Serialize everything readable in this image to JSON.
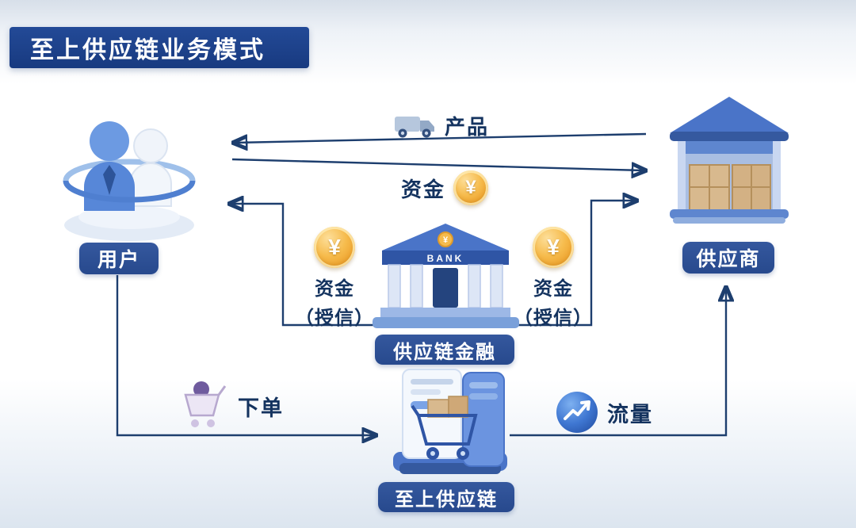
{
  "title": "至上供应链业务模式",
  "symbols": {
    "yen": "¥"
  },
  "nodes": {
    "user": {
      "label": "用户"
    },
    "supplier": {
      "label": "供应商"
    },
    "finance": {
      "label": "供应链金融",
      "sign": "BANK"
    },
    "platform": {
      "label": "至上供应链"
    }
  },
  "flows": {
    "product": {
      "label": "产品",
      "from": "供应商",
      "to": "用户"
    },
    "funds": {
      "label": "资金",
      "from": "用户",
      "to": "供应商"
    },
    "credit_left": {
      "line1": "资金",
      "line2": "（授信）",
      "from": "供应链金融",
      "to": "用户"
    },
    "credit_right": {
      "line1": "资金",
      "line2": "（授信）",
      "from": "供应链金融",
      "to": "供应商"
    },
    "order": {
      "label": "下单",
      "from": "用户",
      "to": "至上供应链"
    },
    "traffic": {
      "label": "流量",
      "from": "至上供应链",
      "to": "供应商"
    }
  },
  "colors": {
    "banner": "#1c418c",
    "pill": "#2e5096",
    "arrow": "#1d3e6e",
    "coin": "#f3b24a",
    "accent_blue": "#4a74c8"
  }
}
